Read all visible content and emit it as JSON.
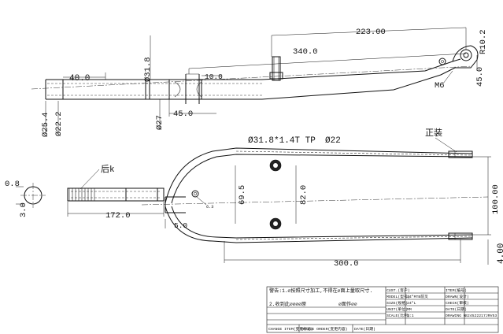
{
  "dimensions": {
    "head_len": "223.00",
    "total_len": "340.0",
    "steerer_dia": "Ø31.8",
    "dia_top": "Ø25.4",
    "dia_mid": "Ø22.2",
    "crown_len": "40.0",
    "dim_10": "10.0",
    "dim_45_side": "45.0",
    "dia_27": "Ø27",
    "dropout_45": "45.0",
    "dropout_r": "R10.2",
    "m6": "M6",
    "tube_spec": "Ø31.8*1.4T TP",
    "tube_spec2": "Ø22",
    "label_front": "正装",
    "label_rear": "后k",
    "dim_0_8": "0.8",
    "dim_3_0": "3.0",
    "dim_172": "172.0",
    "dim_5": "5.0",
    "dim_6_3": "6.3",
    "dim_69_5": "69.5",
    "dim_82": "82.0",
    "dim_100": "100.00",
    "dim_300": "300.0",
    "dim_4": "4.00"
  },
  "title_block": {
    "note": "警告:1.∅按照尺寸加工,不得在∅面上量取尺寸.",
    "note2": "2.收到此∅∅∅∅原",
    "note3": "∅面作∅∅",
    "customer_label": "CUST.(客户)",
    "model_label": "MODEL(型号)",
    "model_value": "24\"MTB前叉",
    "size_label": "SIZE(规格)",
    "size_value": "24\"L",
    "unit_label": "UNIT(单位)",
    "unit_value": "MM",
    "scale_label": "SCALE(比例)",
    "scale_value": "1:1",
    "item_label": "ITEM(编号)",
    "design_label": "DRAWN(设计)",
    "check_label": "CHECK(审核)",
    "date_label": "DATE(日期)",
    "drawing_no_label": "DRAWING №",
    "drawing_no_value": "S24522217JRV53",
    "change_item": "CHANGE ITEM(变更标记)",
    "change_order": "CHANGE ORDER(变更内容)",
    "change_date": "DATE(日期)"
  }
}
